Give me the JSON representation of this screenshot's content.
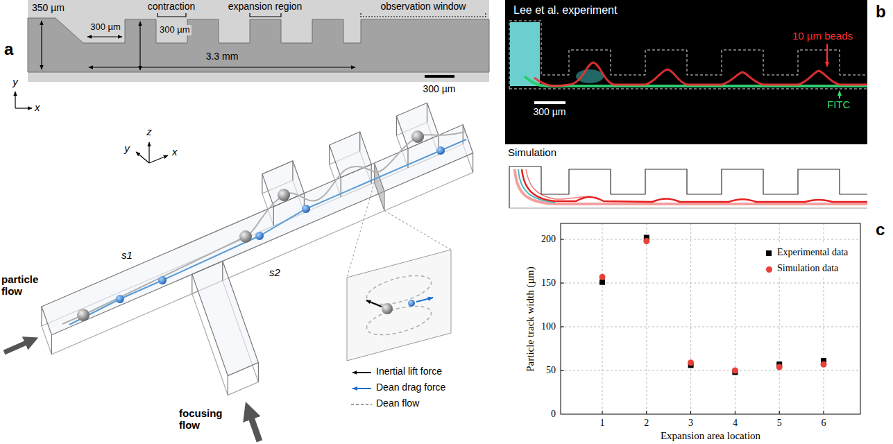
{
  "diagram": {
    "labels": [
      "a",
      "350 µm",
      "contraction",
      "expansion region",
      "observation window",
      "300 µm",
      "300 µm",
      "3.3 mm",
      "y",
      "x",
      "300 µm",
      "z",
      "y",
      "x",
      "particle flow",
      "s1",
      "s2",
      "focusing flow",
      "b",
      "Lee et al. experiment",
      "10 µm beads",
      "FITC",
      "300 µm",
      "Simulation",
      "c",
      "0",
      "50",
      "100",
      "150",
      "200",
      "1",
      "2",
      "3",
      "4",
      "5",
      "6",
      "Particle track width (µm)",
      "Expansion area location"
    ],
    "legend": [
      {
        "text": "Inertial lift force"
      },
      {
        "text": "Dean drag force"
      },
      {
        "text": "Dean flow"
      },
      {
        "text": "Experimental data",
        "color": "#000000"
      },
      {
        "text": "Simulation data",
        "color": "#e8413a"
      }
    ]
  }
}
